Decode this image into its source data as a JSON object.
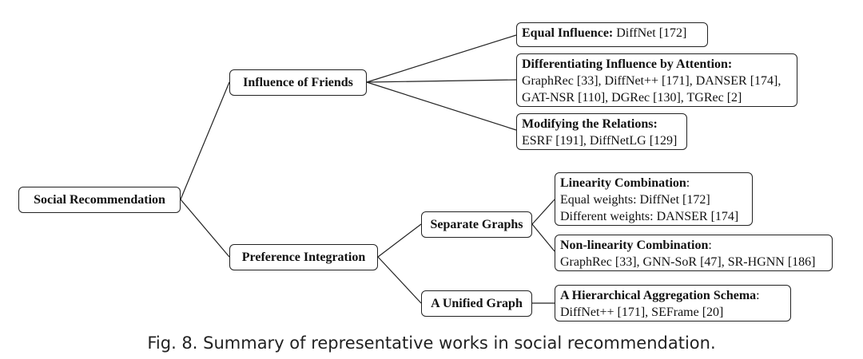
{
  "root": {
    "label": "Social Recommendation"
  },
  "branch_friends": {
    "label": "Influence of Friends"
  },
  "branch_preference": {
    "label": "Preference Integration"
  },
  "separate_graphs": {
    "label": "Separate Graphs"
  },
  "unified_graph": {
    "label": "A Unified Graph"
  },
  "leaf_equal": {
    "head": "Equal Influence:",
    "body": " DiffNet [172]"
  },
  "leaf_attention": {
    "head": "Differentiating Influence by Attention:",
    "line1": "GraphRec [33], DiffNet++ [171], DANSER [174],",
    "line2": "GAT-NSR [110], DGRec [130], TGRec [2]"
  },
  "leaf_relations": {
    "head": "Modifying the Relations:",
    "line1": "ESRF [191], DiffNetLG [129]"
  },
  "leaf_linear": {
    "head": "Linearity Combination",
    "colon": ":",
    "line1": "Equal weights: DiffNet [172]",
    "line2": "Different weights: DANSER [174]"
  },
  "leaf_nonlinear": {
    "head": "Non-linearity Combination",
    "colon": ":",
    "line1": "GraphRec [33], GNN-SoR [47], SR-HGNN [186]"
  },
  "leaf_hierarchical": {
    "head": "A Hierarchical Aggregation Schema",
    "colon": ":",
    "line1": "DiffNet++ [171], SEFrame [20]"
  },
  "caption": "Fig. 8.  Summary of representative works in social recommendation."
}
